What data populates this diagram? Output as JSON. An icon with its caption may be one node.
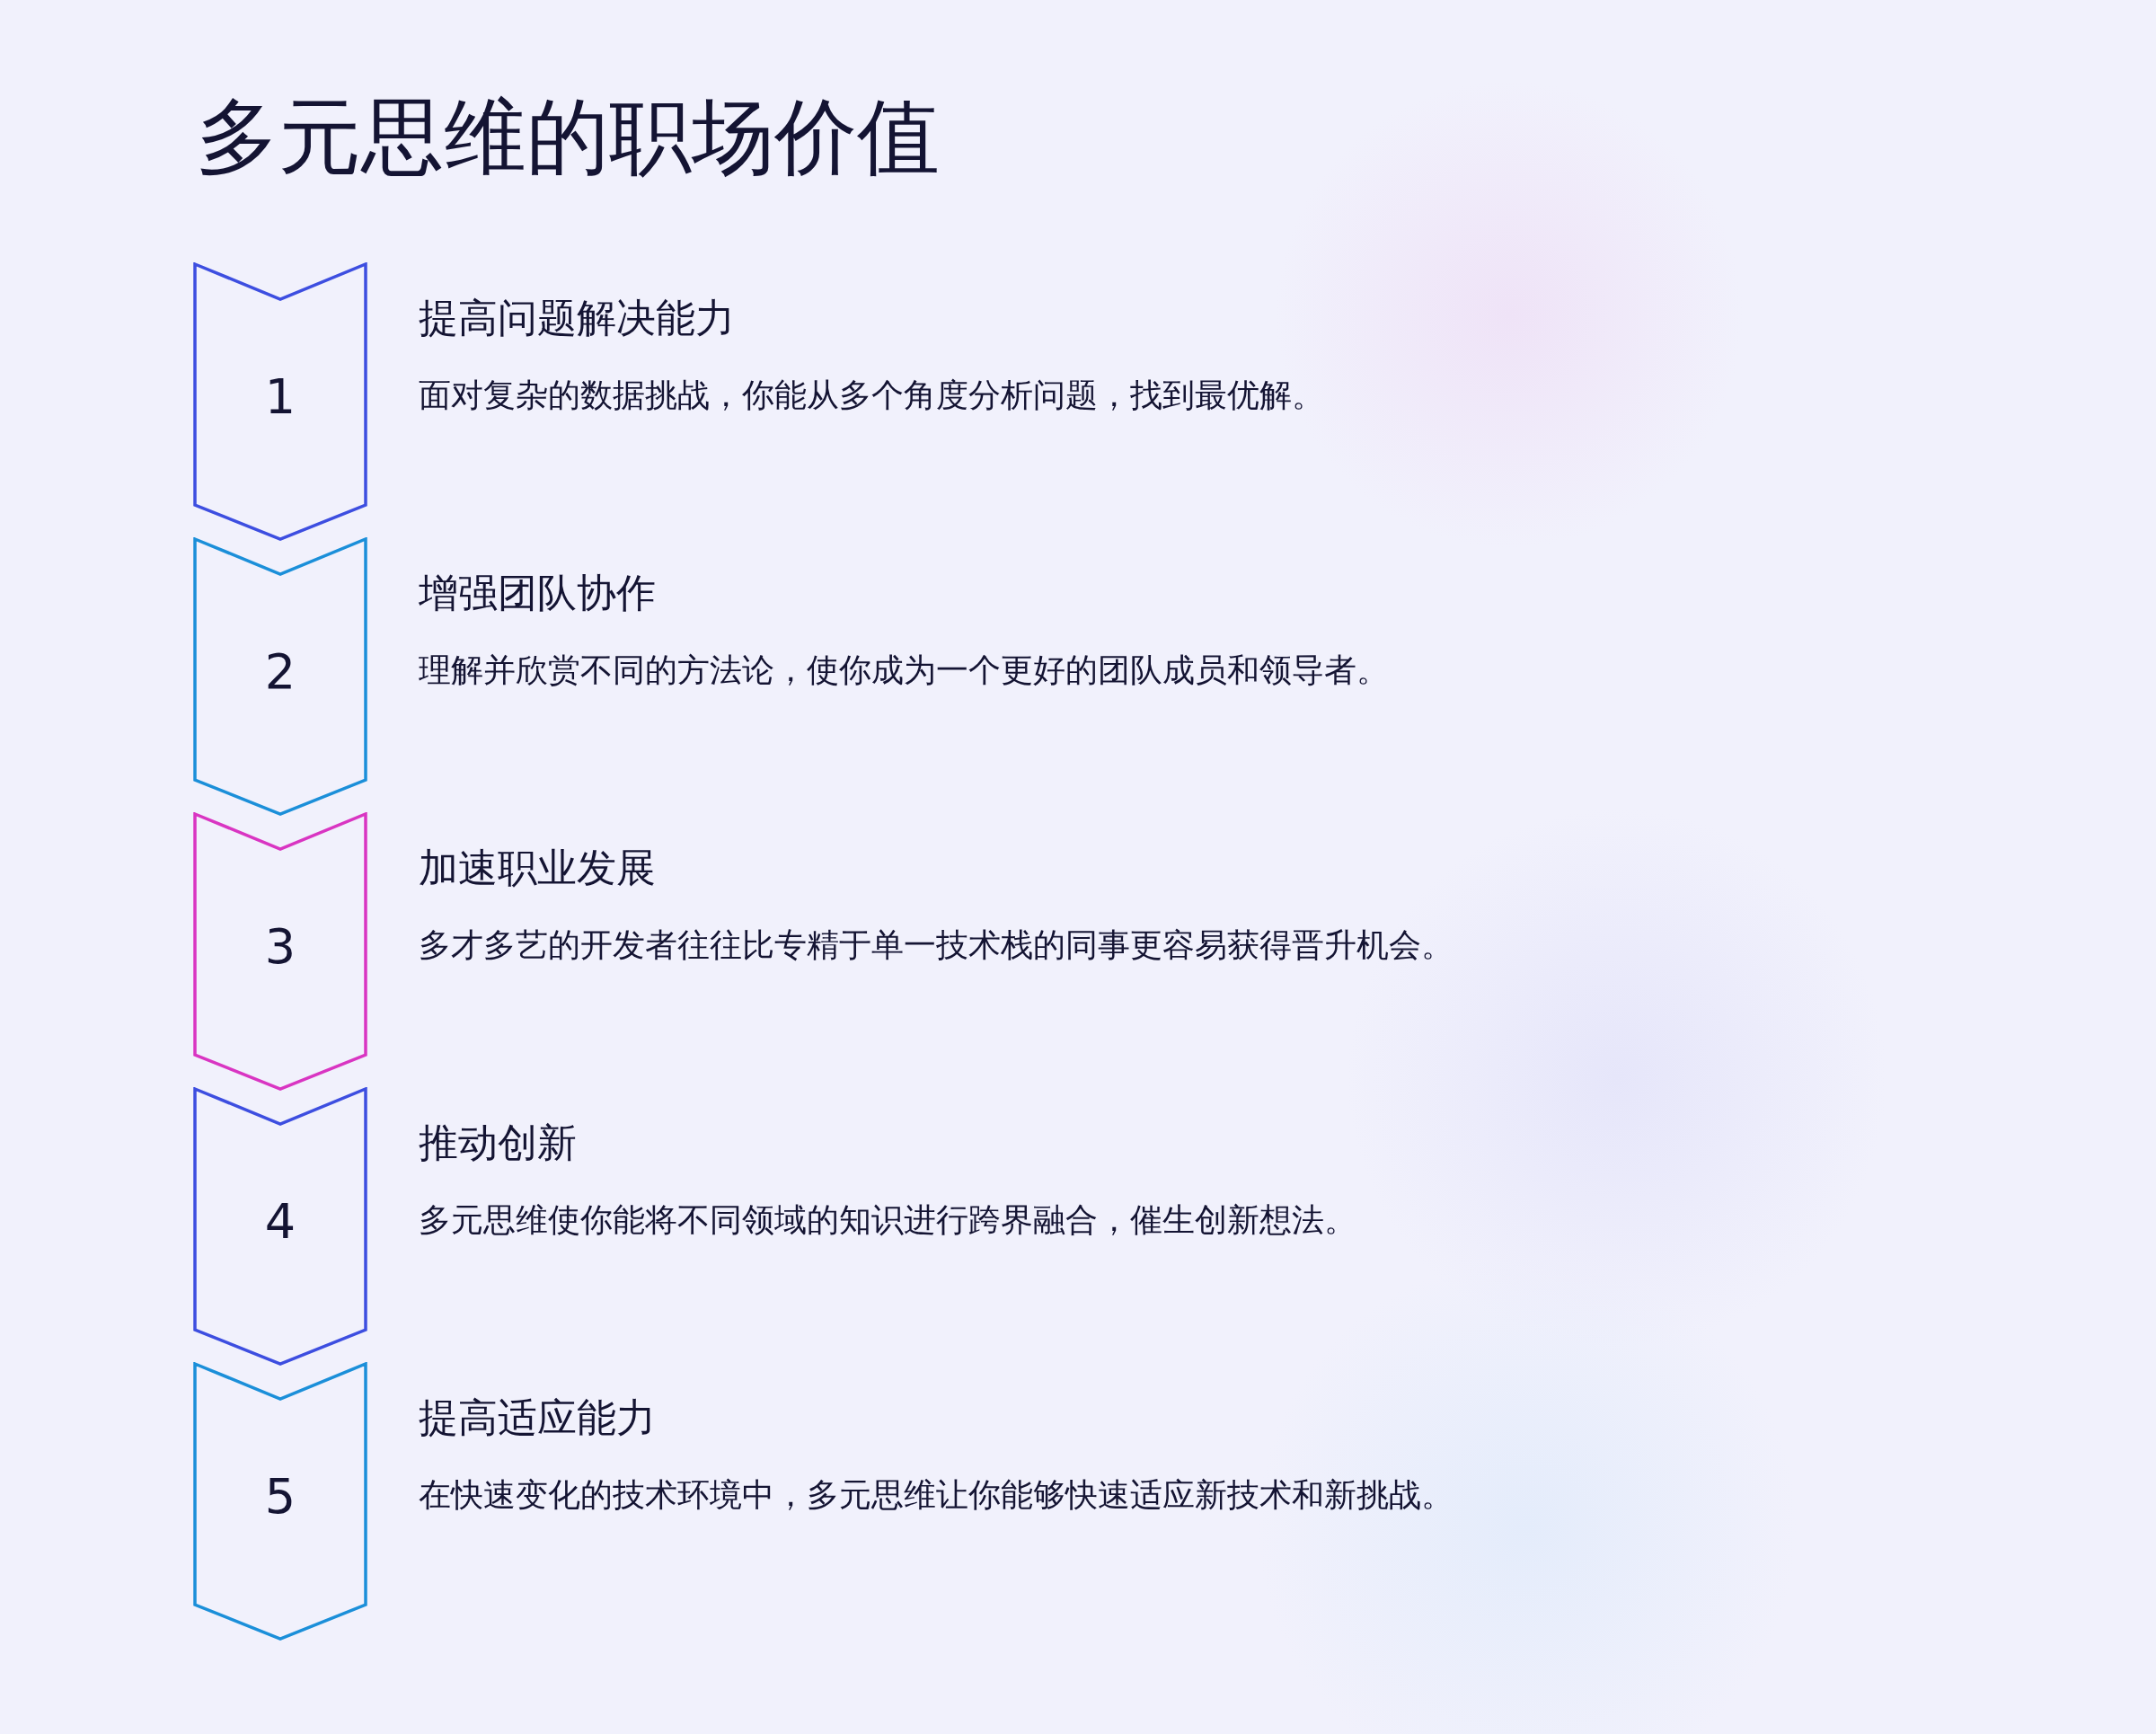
{
  "diagram": {
    "title": "多元思维的职场价值",
    "nodes": [
      {
        "text": [
          "1"
        ],
        "beside": [
          "提高问题解决能力",
          "面对复杂的数据挑战，你能从多个角度分析问题，找到最优解。"
        ]
      },
      {
        "text": [
          "2"
        ],
        "beside": [
          "增强团队协作",
          "理解并欣赏不同的方法论，使你成为一个更好的团队成员和领导者。"
        ]
      },
      {
        "text": [
          "3"
        ],
        "beside": [
          "加速职业发展",
          "多才多艺的开发者往往比专精于单一技术栈的同事更容易获得晋升机会。"
        ]
      },
      {
        "text": [
          "4"
        ],
        "beside": [
          "推动创新",
          "多元思维使你能将不同领域的知识进行跨界融合，催生创新想法。"
        ]
      },
      {
        "text": [
          "5"
        ],
        "beside": [
          "提高适应能力",
          "在快速变化的技术环境中，多元思维让你能够快速适应新技术和新挑战。"
        ]
      }
    ]
  }
}
